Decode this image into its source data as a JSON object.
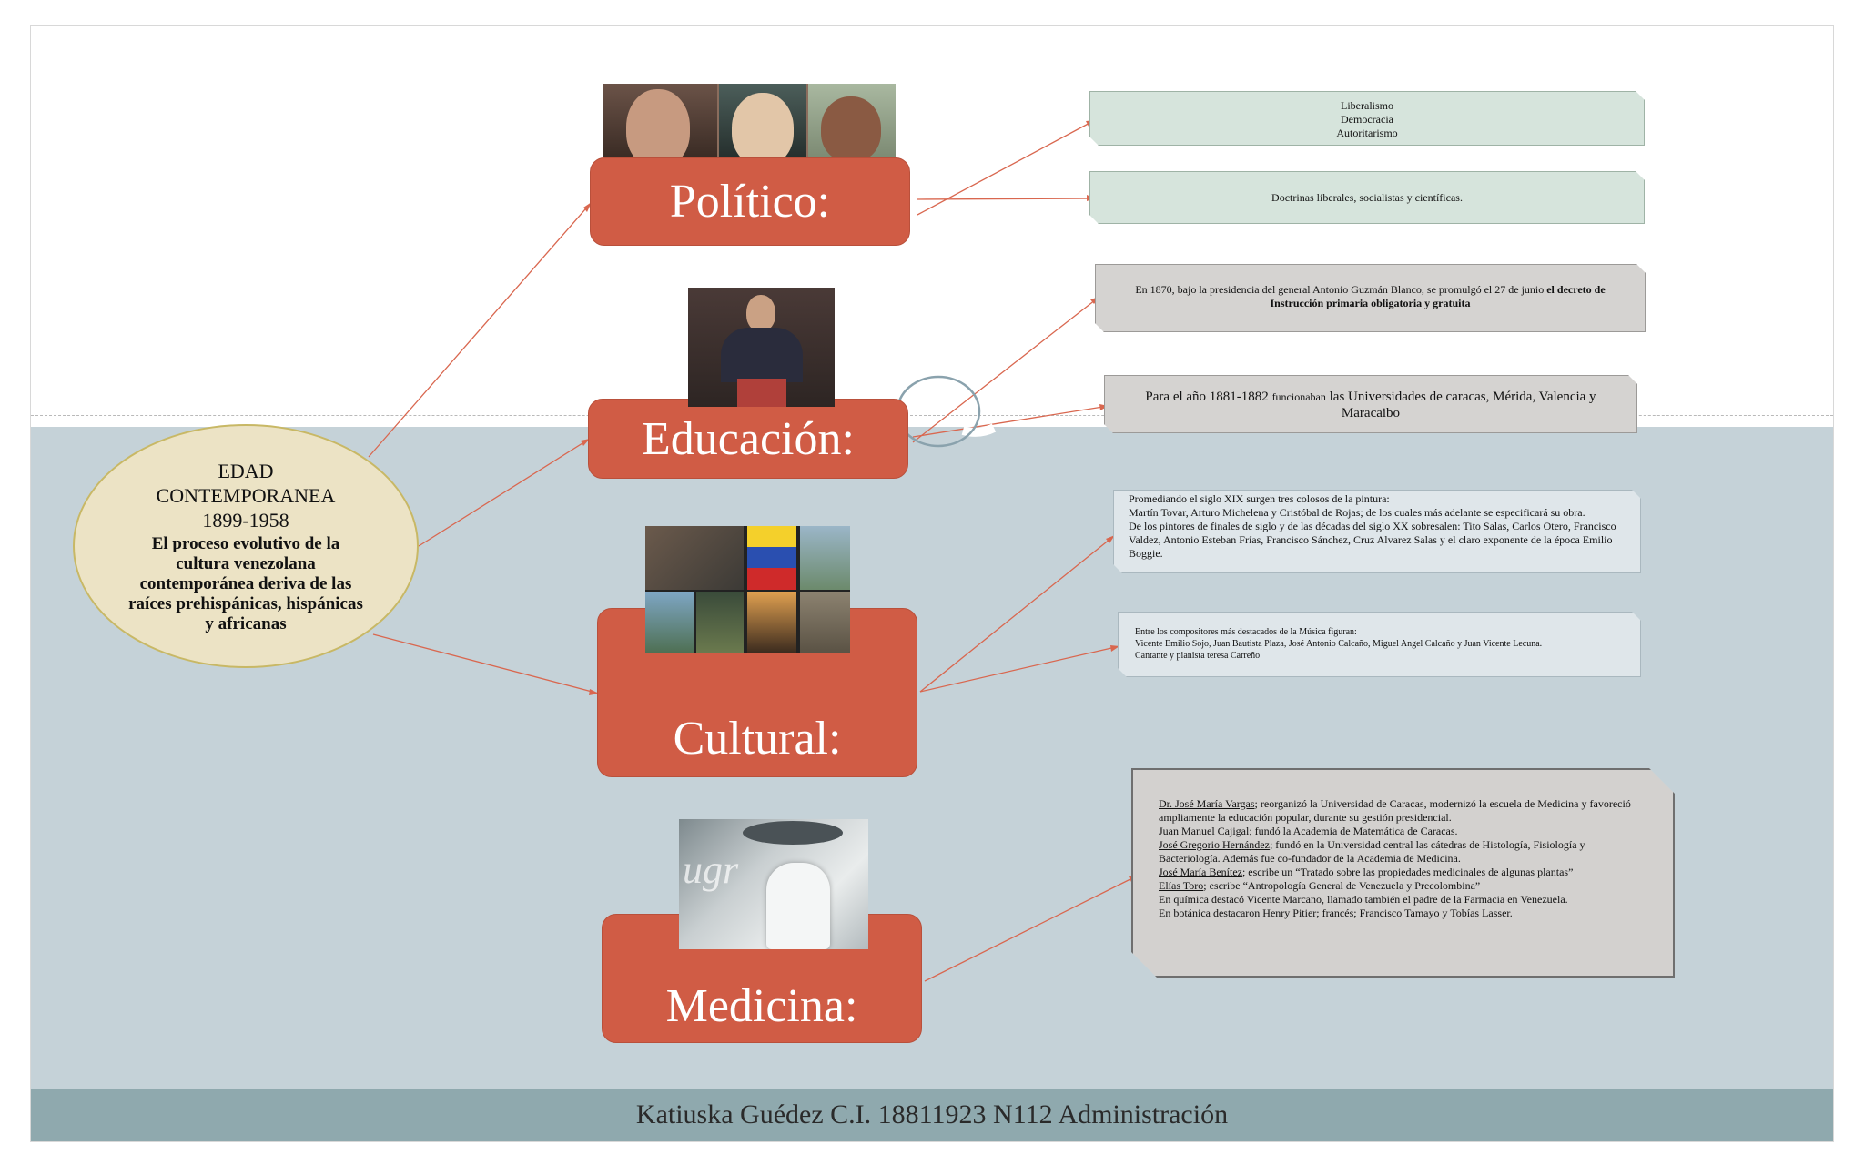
{
  "center": {
    "title_line1": "EDAD",
    "title_line2": "CONTEMPORANEA",
    "years": "1899-1958",
    "description": "El proceso evolutivo de la cultura venezolana contemporánea deriva de las raíces prehispánicas, hispánicas y africanas"
  },
  "categories": {
    "politico": "Político:",
    "educacion": "Educación:",
    "cultural": "Cultural:",
    "medicina": "Medicina:"
  },
  "notes": {
    "politico_1": [
      "Liberalismo",
      "Democracia",
      "Autoritarismo"
    ],
    "politico_2": "Doctrinas liberales, socialistas y científicas.",
    "educacion_1_a": "En 1870, bajo la presidencia del general Antonio Guzmán Blanco, se promulgó el 27 de junio ",
    "educacion_1_b": "el decreto de Instrucción primaria obligatoria y gratuita",
    "educacion_2_a": "Para el año 1881-1882 ",
    "educacion_2_b": "funcionaban",
    "educacion_2_c": " las Universidades de caracas, Mérida, Valencia y Maracaibo",
    "cultural_1": [
      "Promediando el siglo XIX surgen tres colosos de la pintura:",
      "Martín Tovar, Arturo Michelena y Cristóbal de Rojas; de los cuales más adelante se especificará su obra.",
      "De los pintores de finales de siglo y de las décadas del siglo XX sobresalen: Tito Salas, Carlos Otero, Francisco Valdez, Antonio Esteban Frías, Francisco Sánchez, Cruz Alvarez Salas y el claro exponente de la época Emilio Boggie."
    ],
    "cultural_2": [
      "Entre los compositores más destacados de la Música figuran:",
      "Vicente Emilio Sojo, Juan Bautista Plaza, José Antonio Calcaño, Miguel Angel Calcaño y Juan Vicente Lecuna.",
      "Cantante y pianista teresa Carreño"
    ],
    "medicina": [
      {
        "name": "Dr. José María Vargas",
        "text": "; reorganizó la Universidad de Caracas, modernizó la escuela de Medicina y favoreció ampliamente la educación popular, durante su gestión presidencial."
      },
      {
        "name": "Juan Manuel Cajigal",
        "text": "; fundó la Academia de Matemática de Caracas."
      },
      {
        "name": "José Gregorio Hernández",
        "text": "; fundó en la Universidad central las cátedras de Histología, Fisiología y Bacteriología. Además fue co-fundador de la Academia de Medicina."
      },
      {
        "name": "José María Benítez",
        "text": "; escribe un “Tratado sobre las propiedades medicinales de algunas plantas”"
      },
      {
        "name": "Elías Toro",
        "text": "; escribe “Antropología General de Venezuela y Precolombina”"
      },
      {
        "name": "",
        "text": "En química destacó Vicente Marcano, llamado también el padre de la Farmacia en Venezuela."
      },
      {
        "name": "",
        "text": "En botánica destacaron Henry Pitier; francés; Francisco Tamayo y Tobías Lasser."
      }
    ]
  },
  "photos": {
    "medicina_watermark": "ugr"
  },
  "footer": "Katiuska Guédez C.I. 18811923 N112 Administración",
  "colors": {
    "category_fill": "#d05c45",
    "connector": "#d9674f",
    "oval_fill": "#ece3c5",
    "lower_band": "#c5d2d8",
    "footer_band": "#8fa9ae"
  }
}
